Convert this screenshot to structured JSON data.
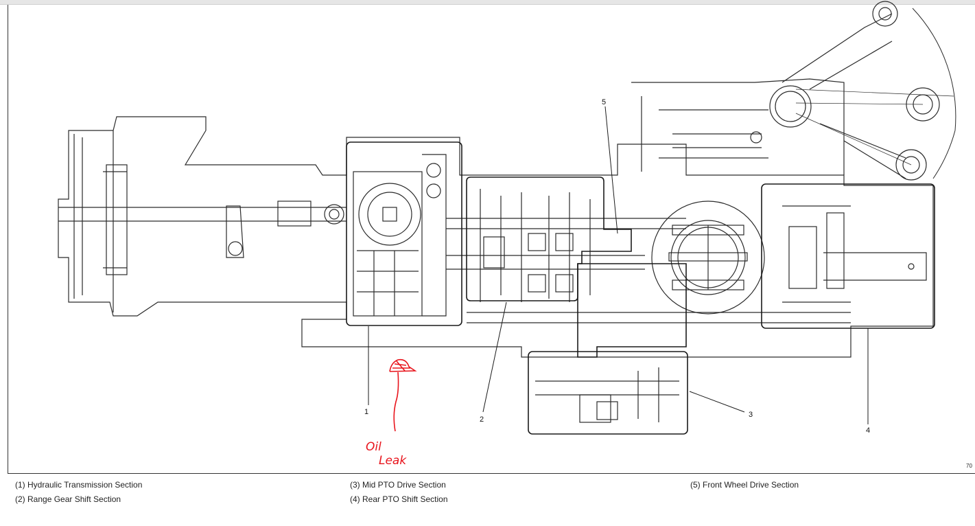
{
  "diagram": {
    "callouts": [
      "1",
      "2",
      "3",
      "4",
      "5"
    ],
    "annotation": {
      "line1": "Oil",
      "line2": "Leak",
      "color": "#e8141c"
    },
    "figure_code": "70"
  },
  "legend": {
    "items": [
      "(1) Hydraulic Transmission Section",
      "(2) Range Gear Shift Section",
      "(3) Mid PTO Drive Section",
      "(4) Rear PTO Shift Section",
      "(5) Front Wheel Drive Section"
    ]
  }
}
